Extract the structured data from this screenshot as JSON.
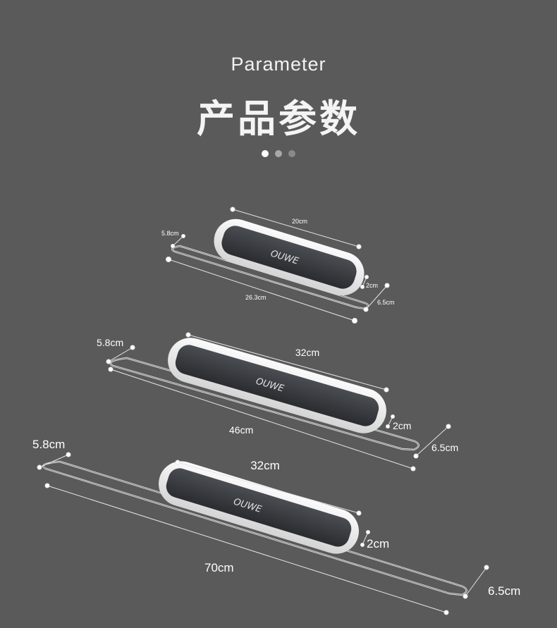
{
  "header": {
    "title_en": "Parameter",
    "title_cn": "产品参数",
    "pager_dots": 3,
    "active_dot": 1
  },
  "brand": "OUWE",
  "products": [
    {
      "size": "small",
      "body_length": "20cm",
      "depth": "5.8cm",
      "total_length": "26.3cm",
      "thickness": "2cm",
      "height": "6.5cm"
    },
    {
      "size": "medium",
      "body_length": "32cm",
      "depth": "5.8cm",
      "total_length": "46cm",
      "thickness": "2cm",
      "height": "6.5cm"
    },
    {
      "size": "large",
      "body_length": "32cm",
      "depth": "5.8cm",
      "total_length": "70cm",
      "thickness": "2cm",
      "height": "6.5cm"
    }
  ]
}
